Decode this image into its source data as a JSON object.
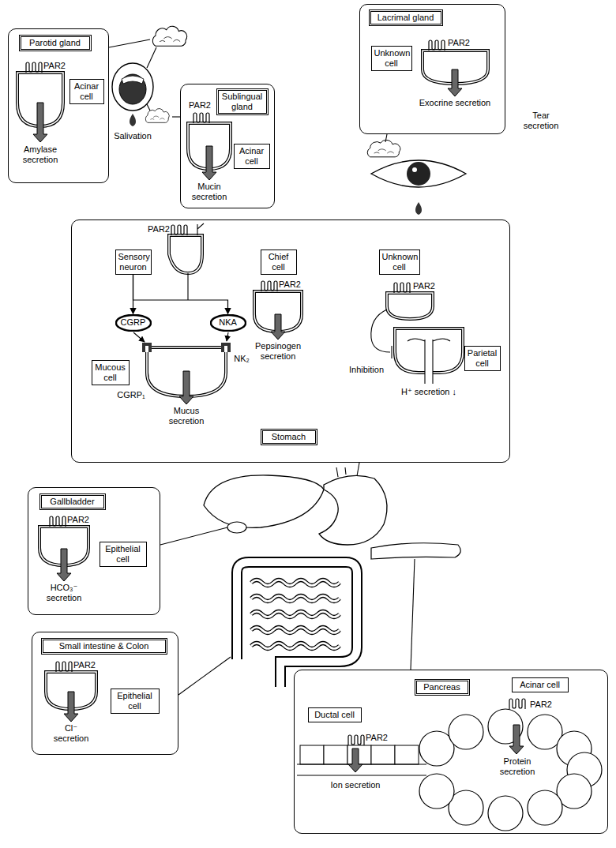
{
  "diagram": {
    "nodes": [
      {
        "text": [
          "Parotid gland"
        ]
      },
      {
        "text": [
          "Acinar cell"
        ],
        "in": 0
      },
      {
        "text": [
          "Sublingual gland"
        ]
      },
      {
        "text": [
          "Acinar cell"
        ],
        "in": 2
      },
      {
        "text": [
          "Lacrimal gland"
        ]
      },
      {
        "text": [
          "Unknown cell"
        ],
        "in": 4
      },
      {
        "text": [
          "Stomach"
        ]
      },
      {
        "text": [
          "Sensory neuron"
        ],
        "in": 6
      },
      {
        "text": [
          "CGRP"
        ],
        "in": 6
      },
      {
        "text": [
          "NKA"
        ],
        "in": 6
      },
      {
        "text": [
          "Mucous cell"
        ],
        "in": 6
      },
      {
        "text": [
          "Chief cell"
        ],
        "in": 6
      },
      {
        "text": [
          "Unknown cell"
        ],
        "in": 6
      },
      {
        "text": [
          "Parietal cell"
        ],
        "in": 6
      },
      {
        "text": [
          "Gallbladder"
        ]
      },
      {
        "text": [
          "Epithelial cell"
        ],
        "in": 14
      },
      {
        "text": [
          "Small intestine & Colon"
        ]
      },
      {
        "text": [
          "Epithelial cell"
        ],
        "in": 16
      },
      {
        "text": [
          "Pancreas"
        ]
      },
      {
        "text": [
          "Acinar cell"
        ],
        "in": 18
      },
      {
        "text": [
          "Ductal cell"
        ],
        "in": 18
      }
    ],
    "edges": [
      {
        "from": 7,
        "to": 8,
        "arrow": "to"
      },
      {
        "from": 7,
        "to": 9,
        "arrow": "to"
      }
    ],
    "labels": [
      "PAR2",
      "Amylase secretion",
      "Salivation",
      "PAR2",
      "Mucin secretion",
      "PAR2",
      "Exocrine secretion",
      "Tear secretion",
      "PAR2",
      "CGRP₁",
      "NK₂",
      "Mucus secretion",
      "PAR2",
      "Pepsinogen secretion",
      "PAR2",
      "Inhibition",
      "H⁺ secretion ↓",
      "PAR2",
      "HCO₃⁻ secretion",
      "PAR2",
      "Cl⁻ secretion",
      "PAR2",
      "Ion secretion",
      "PAR2",
      "Protein secretion"
    ]
  }
}
